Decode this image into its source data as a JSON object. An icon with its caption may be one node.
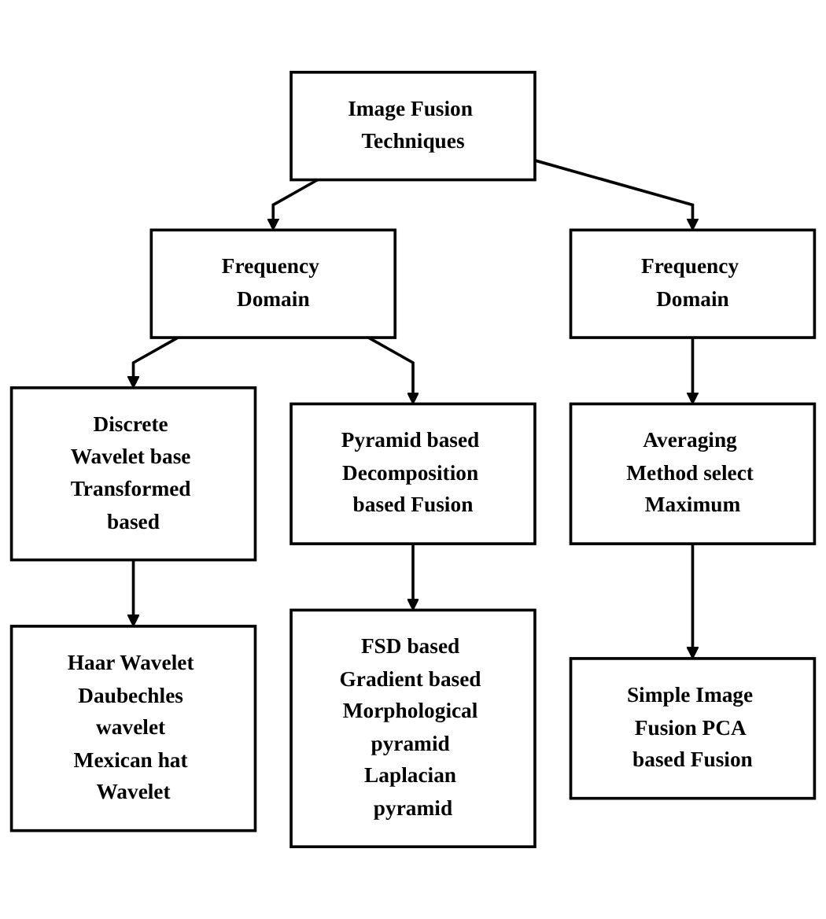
{
  "diagram": {
    "nodes": [
      {
        "text": [
          "Image Fusion Techniques"
        ]
      },
      {
        "text": [
          "Frequency Domain"
        ]
      },
      {
        "text": [
          "Frequency Domain"
        ]
      },
      {
        "text": [
          "Discrete Wavelet base Transformed based"
        ]
      },
      {
        "text": [
          "Pyramid based Decomposition based Fusion"
        ]
      },
      {
        "text": [
          "Averaging Method select Maximum"
        ]
      },
      {
        "text": [
          "Haar Wavelet Daubechles wavelet Mexican hat Wavelet"
        ]
      },
      {
        "text": [
          "FSD based Gradient based Morphological pyramid Laplacian pyramid"
        ]
      },
      {
        "text": [
          "Simple Image Fusion PCA based Fusion"
        ]
      }
    ],
    "edges": [
      {
        "from": 0,
        "to": 1,
        "arrow": "to"
      },
      {
        "from": 0,
        "to": 2,
        "arrow": "to"
      },
      {
        "from": 1,
        "to": 3,
        "arrow": "to"
      },
      {
        "from": 1,
        "to": 4,
        "arrow": "to"
      },
      {
        "from": 2,
        "to": 5,
        "arrow": "to"
      },
      {
        "from": 3,
        "to": 6,
        "arrow": "to"
      },
      {
        "from": 4,
        "to": 7,
        "arrow": "to"
      },
      {
        "from": 5,
        "to": 8,
        "arrow": "to"
      }
    ]
  }
}
